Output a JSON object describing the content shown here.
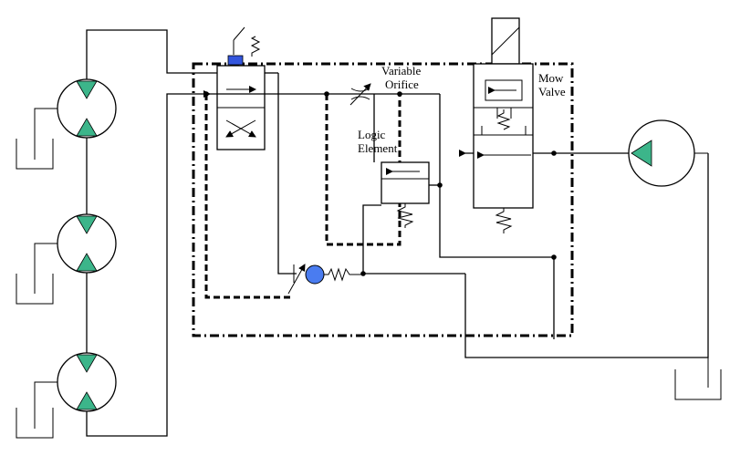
{
  "labels": {
    "variable_orifice_line1": "Variable",
    "variable_orifice_line2": "Orifice",
    "logic_element_line1": "Logic",
    "logic_element_line2": "Element",
    "mow_valve_line1": "Mow",
    "mow_valve_line2": "Valve"
  },
  "colors": {
    "line": "#000000",
    "motor_arrow": "#3cb58a",
    "pump_arrow": "#3cb58a",
    "check_ball": "#4a7cf0",
    "actuator_button": "#3355dd"
  },
  "icons": [
    "hydraulic-motor-icon",
    "hydraulic-pump-icon",
    "check-valve-icon",
    "spring-icon",
    "solenoid-icon",
    "tank-icon",
    "variable-orifice-icon"
  ]
}
